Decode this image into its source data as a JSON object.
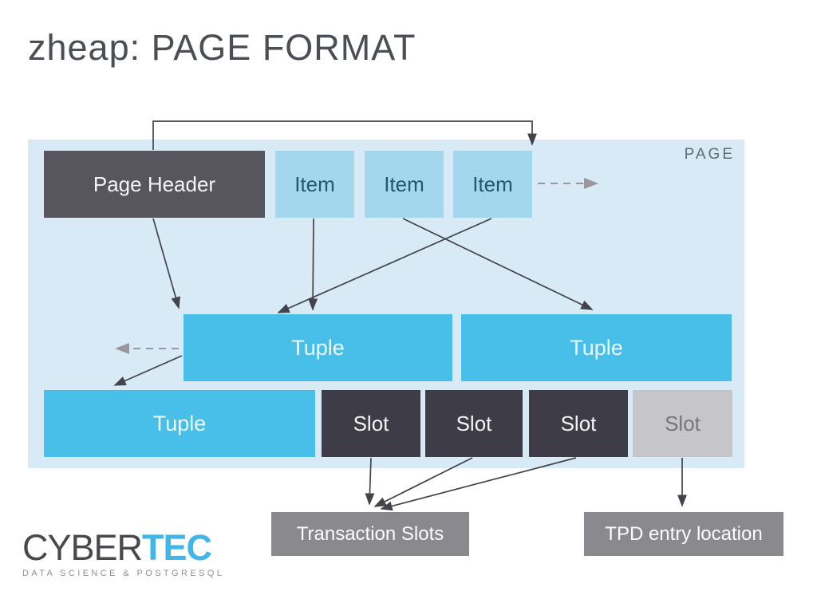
{
  "title": "zheap: PAGE FORMAT",
  "page": {
    "label": "PAGE",
    "page_header": "Page Header",
    "items": [
      "Item",
      "Item",
      "Item"
    ],
    "tuples": [
      "Tuple",
      "Tuple",
      "Tuple"
    ],
    "slots": [
      "Slot",
      "Slot",
      "Slot",
      "Slot"
    ]
  },
  "labels": {
    "transaction_slots": "Transaction Slots",
    "tpd_entry_location": "TPD entry location"
  },
  "logo": {
    "brand_primary": "CYBER",
    "brand_accent": "TEC",
    "tagline": "DATA SCIENCE & POSTGRESQL"
  },
  "colors": {
    "page_background": "#d8eaf6",
    "page_header_box": "#57565e",
    "item_box": "#a2d7ed",
    "item_text": "#25566f",
    "tuple_box": "#47bfe8",
    "slot_box_dark": "#3e3d47",
    "slot_box_gray": "#c6c5c7",
    "label_box_gray": "#8a898d",
    "arrow_solid": "#42434b",
    "arrow_dashed": "#97979d",
    "logo_accent": "#41b6e8"
  }
}
